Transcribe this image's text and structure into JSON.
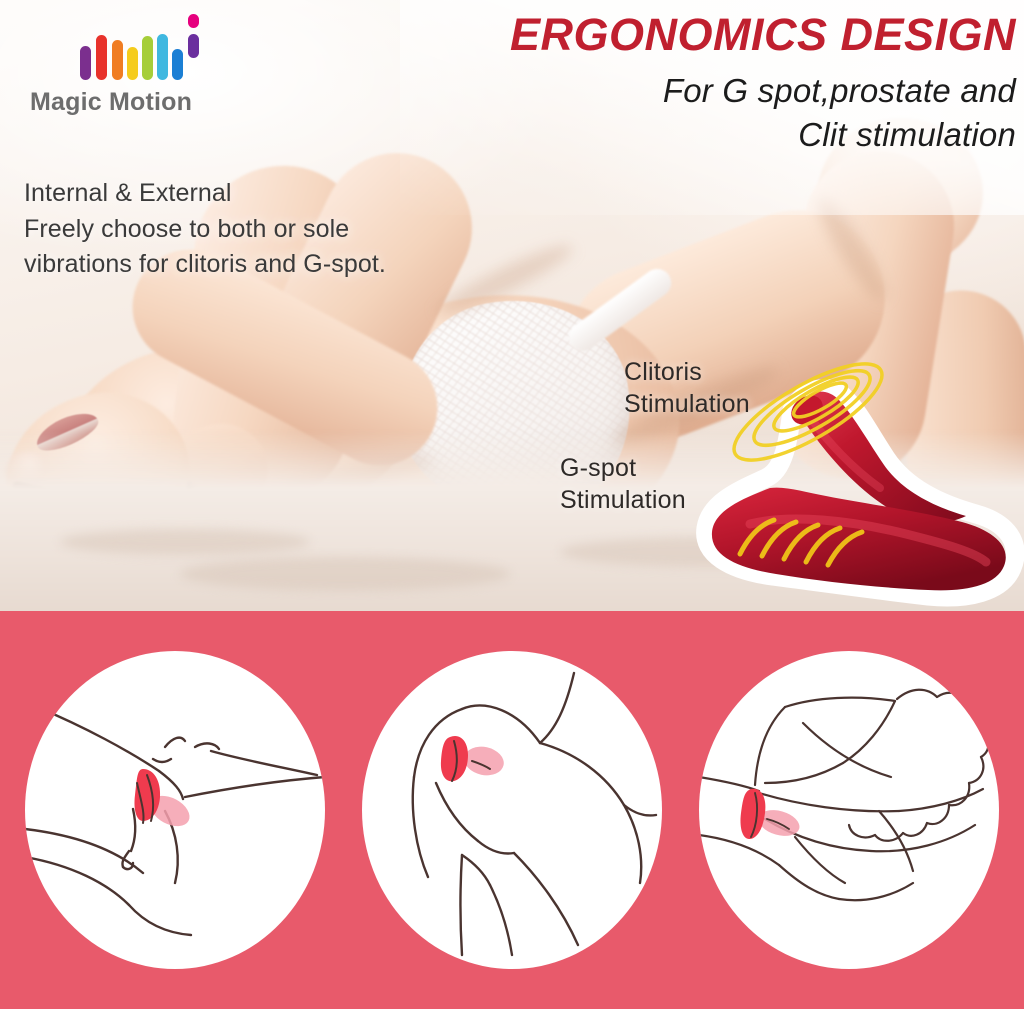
{
  "brand": {
    "name": "Magic Motion",
    "logo_icon": "equalizer-bars-logo",
    "logo_colors": [
      "#7b2f8e",
      "#e8322b",
      "#f07d22",
      "#f5cc1c",
      "#a6ce39",
      "#3fb8e0",
      "#1b7fd4",
      "#6b2f9e"
    ],
    "logo_dot_color": "#e6007e"
  },
  "header": {
    "title": "ERGONOMICS DESIGN",
    "title_color": "#c0202f",
    "subtitle_line1": "For G spot,prostate and",
    "subtitle_line2": "Clit stimulation"
  },
  "features": {
    "heading": "Internal & External",
    "line2": "Freely choose to both or sole",
    "line3": "vibrations for clitoris and G-spot."
  },
  "callouts": {
    "clitoris_line1": "Clitoris",
    "clitoris_line2": "Stimulation",
    "gspot_line1": "G-spot",
    "gspot_line2": "Stimulation"
  },
  "product": {
    "body_color": "#b3152b",
    "body_highlight": "#d8253c",
    "outline_color": "#ffffff",
    "vibration_color": "#f2d024",
    "clitoris_arm_icon": "vibration-swirl-icon",
    "gspot_arm_icon": "vibration-waves-icon"
  },
  "usage_panel": {
    "background_color": "#e85a6b",
    "scenes": [
      {
        "id": "scene-front-lying",
        "icon": "usage-illustration-front-lying",
        "device_color": "#ef3b4e",
        "glow_color": "#f4a0ae"
      },
      {
        "id": "scene-side-view",
        "icon": "usage-illustration-side-view",
        "device_color": "#ef3b4e",
        "glow_color": "#f4a0ae"
      },
      {
        "id": "scene-couple-spoon",
        "icon": "usage-illustration-couple-spoon",
        "device_color": "#ef3b4e",
        "glow_color": "#f4a0ae"
      }
    ]
  }
}
